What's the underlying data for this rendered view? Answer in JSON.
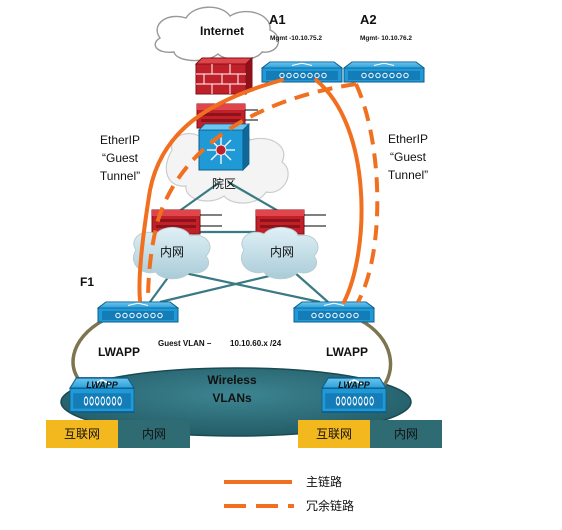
{
  "colors": {
    "primary_link": "#f07020",
    "switch_blue": "#1f9ad6",
    "switch_dark": "#10689a",
    "firewall_red": "#c0202a",
    "teal_bar": "#2e6b73",
    "yellow_box": "#f2b81e",
    "olive_link": "#7d7450",
    "lan_line": "#3a7a84"
  },
  "nodes": {
    "internet": "Internet",
    "a1": "A1",
    "a1_mgmt": "Mgmt -10.10.75.2",
    "a2": "A2",
    "a2_mgmt": "Mgmt- 10.10.76.2",
    "campus": "院区",
    "intranet_left": "内网",
    "intranet_right": "内网",
    "f1": "F1"
  },
  "tunnels": {
    "left": [
      "EtherIP",
      "“Guest",
      "Tunnel”"
    ],
    "right": [
      "EtherIP",
      "“Guest",
      "Tunnel”"
    ]
  },
  "guest_vlan": "Guest VLAN –",
  "guest_subnet": "10.10.60.x /24",
  "lwapp_left": "LWAPP",
  "lwapp_right": "LWAPP",
  "wireless": [
    "Wireless",
    "VLANs"
  ],
  "ap_label": "LWAPP",
  "bottom_left": {
    "internet": "互联网",
    "intranet": "内网"
  },
  "bottom_right": {
    "internet": "互联网",
    "intranet": "内网"
  },
  "legend": {
    "primary": "主链路",
    "redundant": "冗余链路"
  }
}
